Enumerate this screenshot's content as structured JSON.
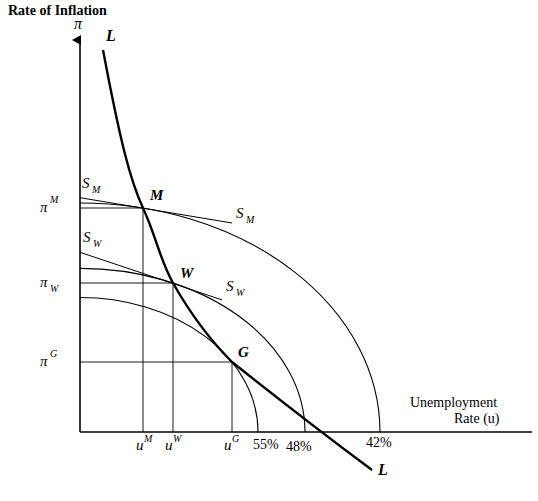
{
  "diagram": {
    "labels": [
      "Rate of Inflation",
      "π",
      "L",
      "S",
      "M",
      "M",
      "S",
      "M",
      "π",
      "M",
      "S",
      "W",
      "W",
      "S",
      "W",
      "π",
      "W",
      "G",
      "π",
      "G",
      "Unemployment",
      "Rate (u)",
      "u",
      "M",
      "u",
      "W",
      "u",
      "G",
      "55%",
      "48%",
      "42%",
      "L"
    ]
  }
}
